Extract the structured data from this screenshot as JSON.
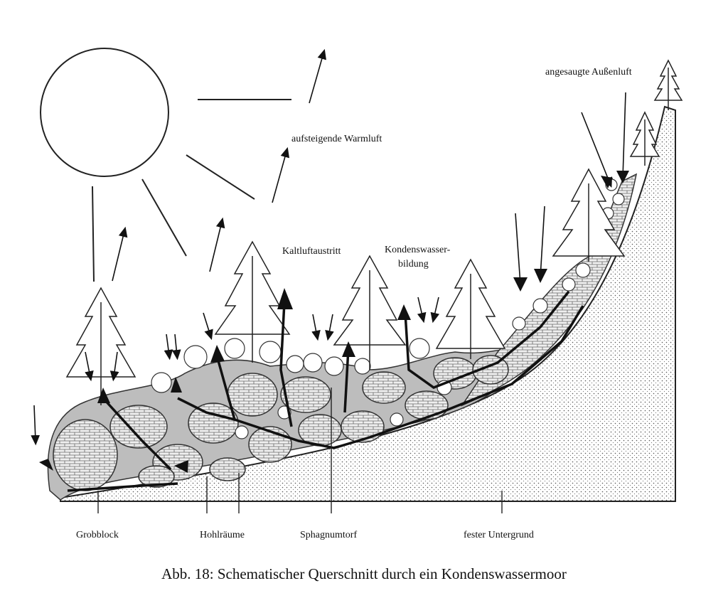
{
  "labels": {
    "warm_air": "aufsteigende Warmluft",
    "outside_air": "angesaugte Außenluft",
    "cold_air_exit": "Kaltluftaustritt",
    "condensation_line1": "Kondenswasser-",
    "condensation_line2": "bildung",
    "coarse_block": "Grobblock",
    "cavities": "Hohlräume",
    "sphagnum_peat": "Sphagnumtorf",
    "bedrock": "fester Untergrund"
  },
  "caption": "Abb. 18: Schematischer Querschnitt durch ein Kondenswassermoor"
}
